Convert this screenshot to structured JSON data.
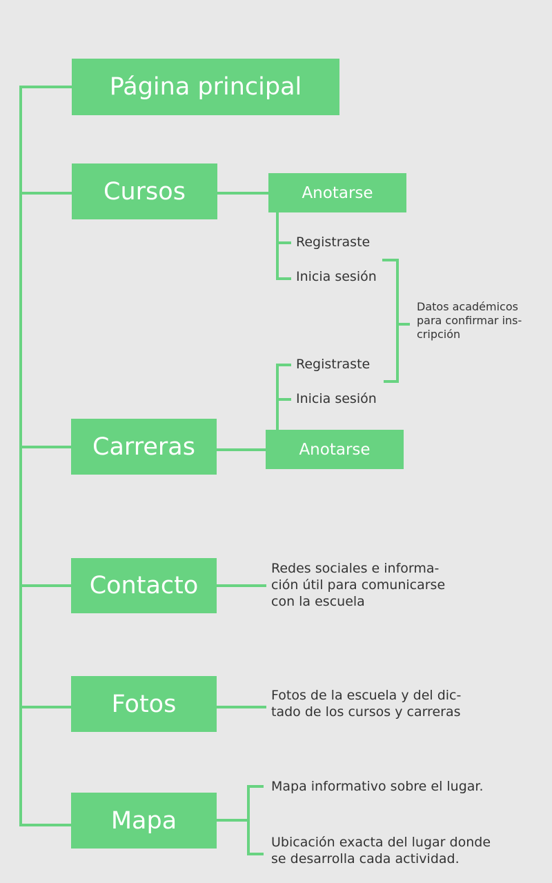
{
  "colors": {
    "accent": "#68d381",
    "background": "#e8e8e8",
    "text": "#333333"
  },
  "nodes": {
    "home": "Página principal",
    "cursos": "Cursos",
    "carreras": "Carreras",
    "contacto": "Contacto",
    "fotos": "Fotos",
    "mapa": "Mapa"
  },
  "cursos_branch": {
    "anotarse": "Anotarse",
    "registraste": "Registraste",
    "inicia_sesion": "Inicia sesión"
  },
  "carreras_branch": {
    "anotarse": "Anotarse",
    "registraste": "Registraste",
    "inicia_sesion": "Inicia sesión"
  },
  "datos_note": [
    "Datos académicos",
    "para confirmar ins-",
    "cripción"
  ],
  "contacto_note": [
    "Redes sociales e informa-",
    "ción útil para comunicarse",
    "con la escuela"
  ],
  "fotos_note": [
    "Fotos de la escuela y del dic-",
    "tado de los cursos y carreras"
  ],
  "mapa_notes": {
    "first": "Mapa informativo sobre el lugar.",
    "second": [
      "Ubicación exacta del lugar donde",
      "se desarrolla cada actividad."
    ]
  }
}
